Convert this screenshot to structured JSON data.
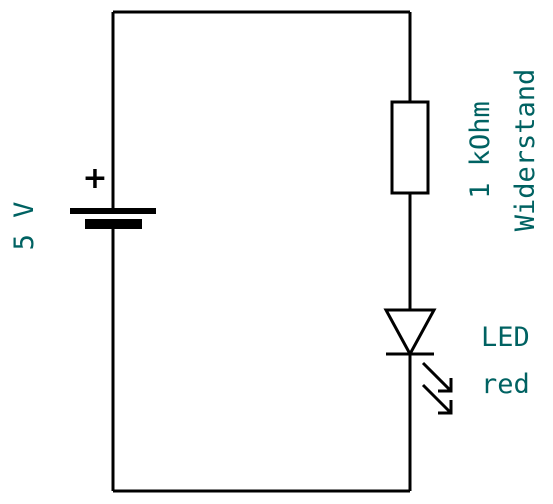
{
  "colors": {
    "wire": "#000000",
    "label": "#006262",
    "background": "#ffffff"
  },
  "battery": {
    "voltage_label": "5 V",
    "polarity_mark": "+"
  },
  "resistor": {
    "value_label": "1 kOhm",
    "type_label": "Widerstand"
  },
  "led": {
    "name_label": "LED",
    "color_label": "red"
  }
}
